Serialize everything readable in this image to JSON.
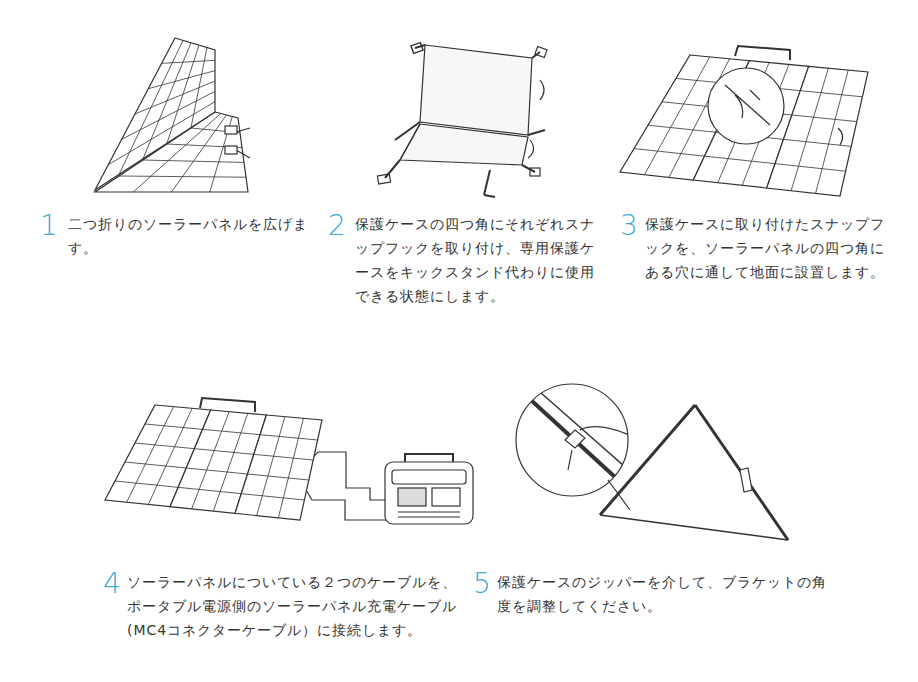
{
  "diagram": {
    "labels": [
      "1",
      "二つ折りのソーラーパネルを広げます。",
      "2",
      "保護ケースの四つ角にそれぞれスナップフックを取り付け、専用保護ケースをキックスタンド代わりに使用できる状態にします。",
      "3",
      "保護ケースに取り付けたスナップフックを、ソーラーパネルの四つ角にある穴に通して地面に設置します。",
      "4",
      "ソーラーパネルについている２つのケーブルを、ポータブル電源側のソーラーパネル充電ケーブル(MC4コネクターケーブル）に接続します。",
      "5",
      "保護ケースのジッパーを介して、ブラケットの角度を調整してください。"
    ]
  }
}
